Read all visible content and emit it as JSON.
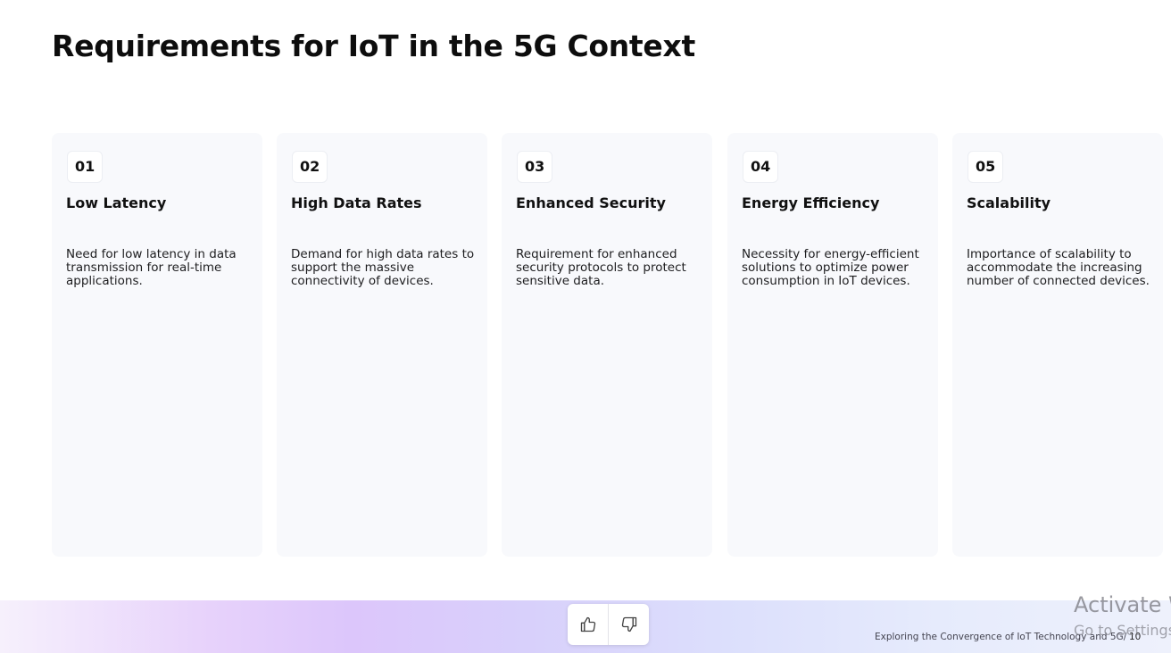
{
  "slide": {
    "title": "Requirements for IoT in the 5G Context"
  },
  "cards": [
    {
      "number": "01",
      "title": "Low Latency",
      "description": "Need for low latency in data transmission for real-time applications."
    },
    {
      "number": "02",
      "title": "High Data Rates",
      "description": "Demand for high data rates to support the massive connectivity of devices."
    },
    {
      "number": "03",
      "title": "Enhanced Security",
      "description": "Requirement for enhanced security protocols to protect sensitive data."
    },
    {
      "number": "04",
      "title": "Energy Efficiency",
      "description": "Necessity for energy-efficient solutions to optimize power consumption in IoT devices."
    },
    {
      "number": "05",
      "title": "Scalability",
      "description": "Importance of scalability to accommodate the increasing number of connected devices."
    }
  ],
  "footer": {
    "presentation_title": "Exploring the Convergence of IoT Technology and 5G",
    "separator": "/",
    "page_number": "10",
    "thumbs_up_icon": "thumbs-up-icon",
    "thumbs_down_icon": "thumbs-down-icon"
  },
  "watermark": {
    "line1": "Activate W",
    "line2": "Go to Settings"
  },
  "colors": {
    "card_background": "#f8f9fc",
    "title_text": "#0d0d0d",
    "footer_gradient_start": "#f6f0fc",
    "footer_gradient_mid": "#dcc6fb",
    "footer_gradient_end": "#eef1fc"
  }
}
